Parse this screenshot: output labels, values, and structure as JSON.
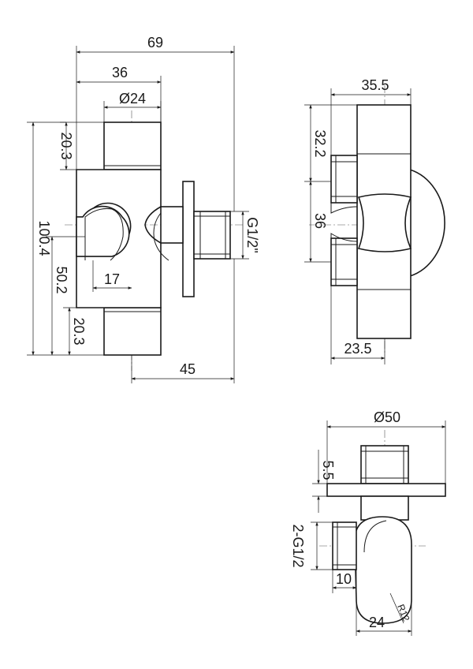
{
  "front_view": {
    "width_total": "69",
    "width_body": "36",
    "dia_top": "Ø24",
    "height_top": "20.3",
    "height_total": "100.4",
    "height_mid": "50.2",
    "height_bottom": "20.3",
    "offset_slot": "17",
    "outlet_length": "45",
    "thread": "G1/2\""
  },
  "side_view": {
    "width_top": "35.5",
    "height_upper": "32.2",
    "height_mid": "36",
    "width_bottom": "23.5"
  },
  "bottom_view": {
    "dia_flange": "Ø50",
    "flange_thickness": "5.5",
    "thread": "2-G1/2",
    "inlet_length": "10",
    "body_width": "24",
    "radius": "R12"
  }
}
